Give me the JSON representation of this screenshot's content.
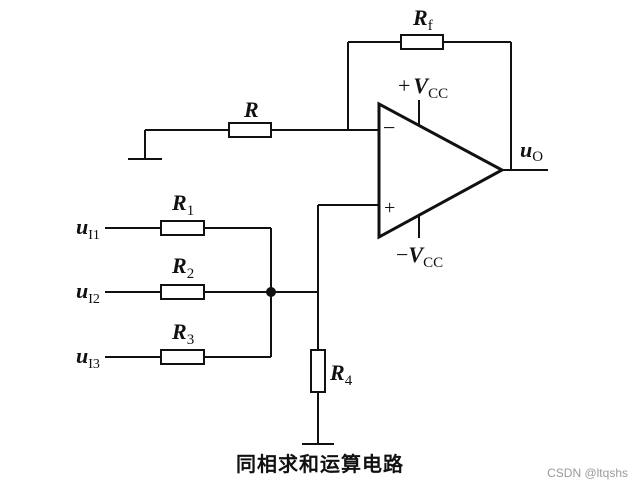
{
  "diagram": {
    "type": "non-inverting summing op-amp circuit",
    "components": {
      "feedback_resistor": {
        "name": "R",
        "sub": "f"
      },
      "ground_resistor": {
        "name": "R",
        "sub": ""
      },
      "input_resistor_1": {
        "name": "R",
        "sub": "1"
      },
      "input_resistor_2": {
        "name": "R",
        "sub": "2"
      },
      "input_resistor_3": {
        "name": "R",
        "sub": "3"
      },
      "shunt_resistor_4": {
        "name": "R",
        "sub": "4"
      }
    },
    "inputs": [
      {
        "name": "u",
        "sub": "I1"
      },
      {
        "name": "u",
        "sub": "I2"
      },
      {
        "name": "u",
        "sub": "I3"
      }
    ],
    "output": {
      "name": "u",
      "sub": "O"
    },
    "supply_positive": {
      "prefix": "+",
      "name": "V",
      "sub": "CC"
    },
    "supply_negative": {
      "prefix": "−",
      "name": "V",
      "sub": "CC"
    },
    "inverting_sign": "−",
    "noninverting_sign": "+"
  },
  "caption": "同相求和运算电路",
  "watermark": "CSDN @ltqshs"
}
